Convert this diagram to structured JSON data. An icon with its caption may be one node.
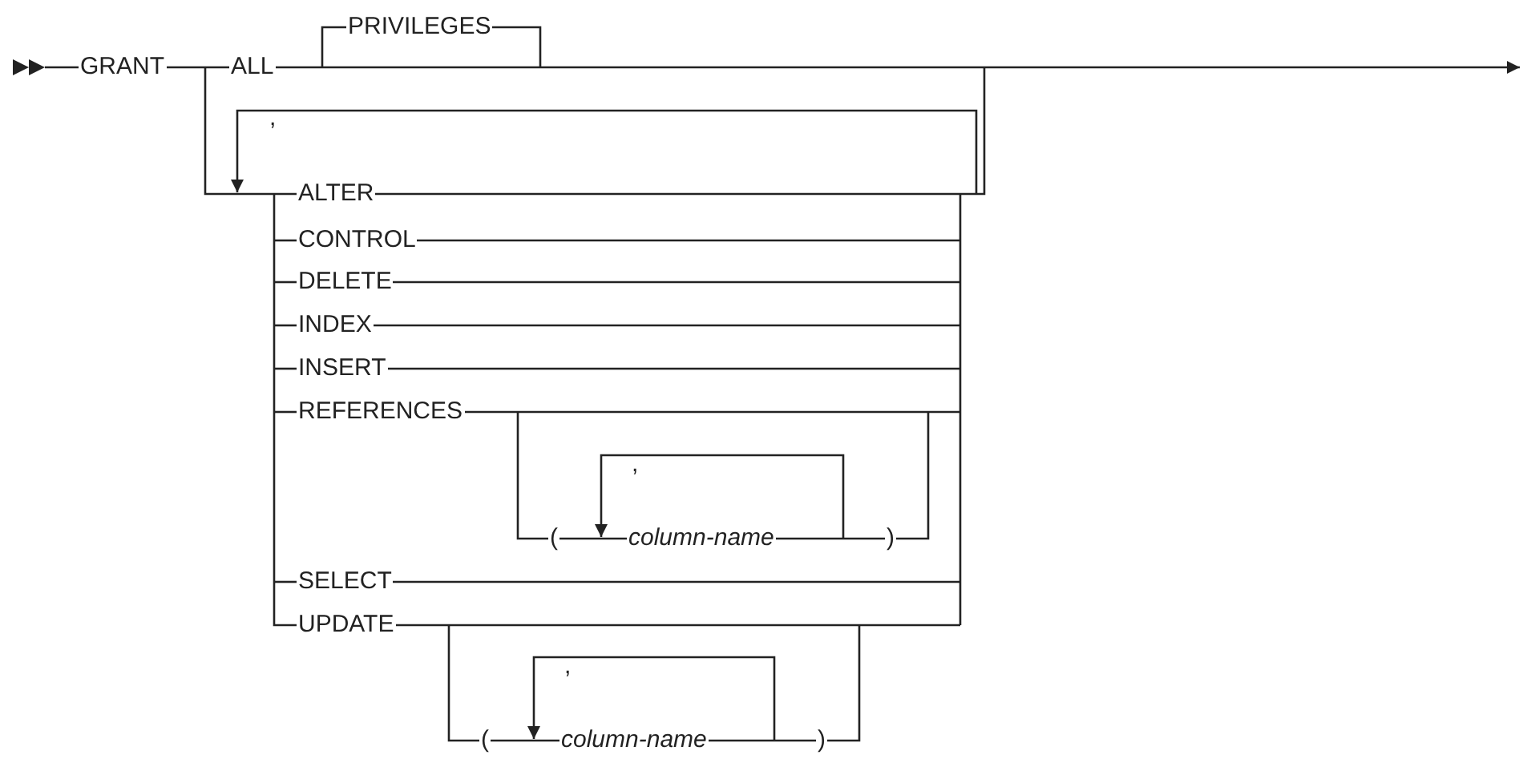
{
  "diagram": {
    "labels": [
      "GRANT",
      "ALL",
      "PRIVILEGES",
      ",",
      "ALTER",
      "CONTROL",
      "DELETE",
      "INDEX",
      "INSERT",
      "REFERENCES",
      ",",
      "(",
      "column-name",
      ")",
      "SELECT",
      "UPDATE",
      ",",
      "(",
      "column-name",
      ")"
    ]
  }
}
